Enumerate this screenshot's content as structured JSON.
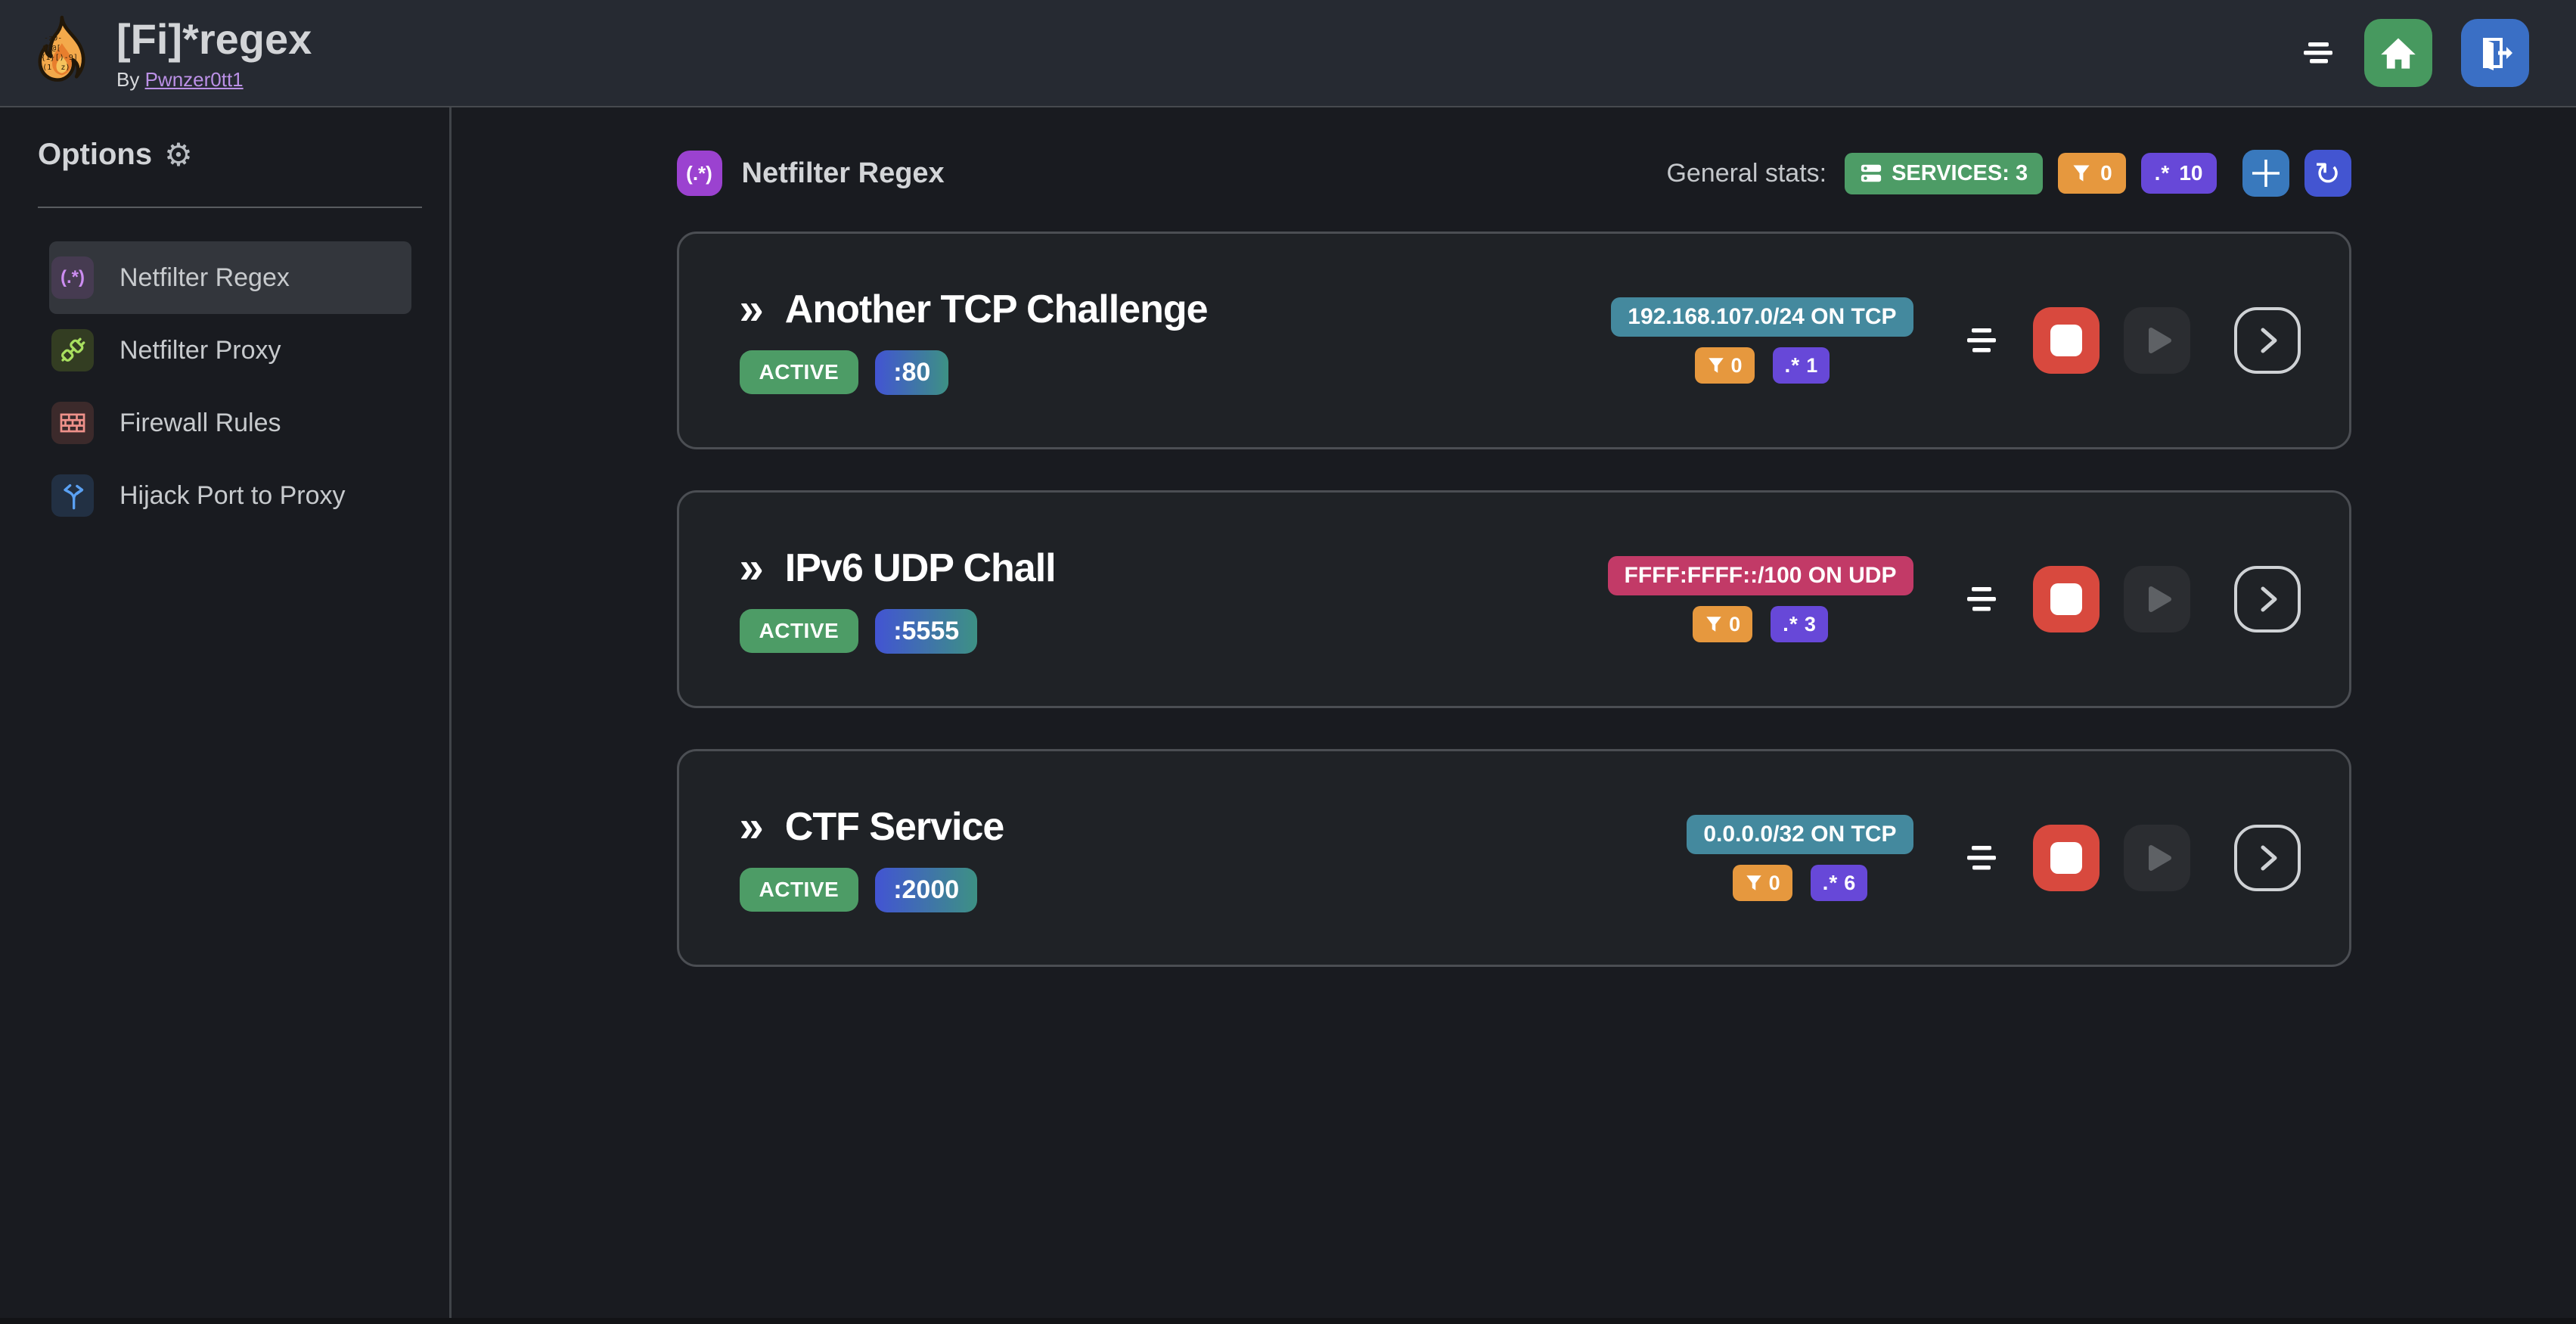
{
  "header": {
    "title": "[Fi]*regex",
    "byline_prefix": "By",
    "byline_link": "Pwnzer0tt1"
  },
  "sidebar": {
    "options_title": "Options",
    "items": [
      {
        "label": "Netfilter Regex",
        "icon": "regex-icon",
        "icon_text": "(.*)",
        "active": true
      },
      {
        "label": "Netfilter Proxy",
        "icon": "plug-icon",
        "active": false
      },
      {
        "label": "Firewall Rules",
        "icon": "brick-wall-icon",
        "active": false
      },
      {
        "label": "Hijack Port to Proxy",
        "icon": "fork-arrow-icon",
        "active": false
      }
    ]
  },
  "main": {
    "page_title": "Netfilter Regex",
    "page_icon_text": "(.*)",
    "stats_label": "General stats:",
    "stats": {
      "services_label": "SERVICES: 3",
      "filters_count": "0",
      "regex_glyph": ".*",
      "regexes_count": "10"
    },
    "card_marker": "»",
    "services": [
      {
        "name": "Another TCP Challenge",
        "status": "ACTIVE",
        "port": ":80",
        "target": "192.168.107.0/24 ON TCP",
        "target_color": "#44899e",
        "filters_count": "0",
        "regex_count": "1"
      },
      {
        "name": "IPv6 UDP Chall",
        "status": "ACTIVE",
        "port": ":5555",
        "target": "FFFF:FFFF::/100 ON UDP",
        "target_color": "#c23a67",
        "filters_count": "0",
        "regex_count": "3"
      },
      {
        "name": "CTF Service",
        "status": "ACTIVE",
        "port": ":2000",
        "target": "0.0.0.0/32 ON TCP",
        "target_color": "#44899e",
        "filters_count": "0",
        "regex_count": "6"
      }
    ]
  },
  "colors": {
    "header_bg": "#262a32",
    "page_bg": "#191b20",
    "card_bg": "#1f2226",
    "card_border": "#4b4e53",
    "green": "#4d9c66",
    "orange": "#e6983e",
    "purple": "#6748d8",
    "teal": "#44899e",
    "crimson": "#c23a67",
    "red_stop": "#d8493e",
    "blue_add": "#3979bd",
    "indigo_refresh": "#4355d1",
    "home_green": "#47995f",
    "logout_blue": "#3a6fc5",
    "title_purple": "#9b42d0",
    "port_gradient_start": "#4254d3",
    "port_gradient_end": "#3d9184"
  },
  "icons": {
    "logo": "flame-logo",
    "header_menu": "staggered-lines-menu-icon",
    "home": "home-icon",
    "logout": "logout-door-icon",
    "options": "gear-icon",
    "stats_services": "server-stack-icon",
    "stats_filter": "funnel-icon",
    "card_stop": "stop-icon",
    "card_play": "play-icon",
    "card_expand": "chevron-right-icon",
    "add": "plus-icon",
    "refresh": "refresh-icon"
  }
}
